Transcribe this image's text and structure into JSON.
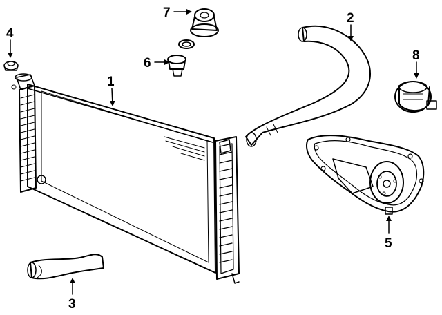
{
  "callouts": [
    {
      "id": "1",
      "part": "radiator"
    },
    {
      "id": "2",
      "part": "upper-radiator-hose"
    },
    {
      "id": "3",
      "part": "lower-radiator-hose"
    },
    {
      "id": "4",
      "part": "radiator-cap"
    },
    {
      "id": "5",
      "part": "water-pump"
    },
    {
      "id": "6",
      "part": "thermostat"
    },
    {
      "id": "7",
      "part": "thermostat-housing"
    },
    {
      "id": "8",
      "part": "fan-clutch"
    }
  ]
}
